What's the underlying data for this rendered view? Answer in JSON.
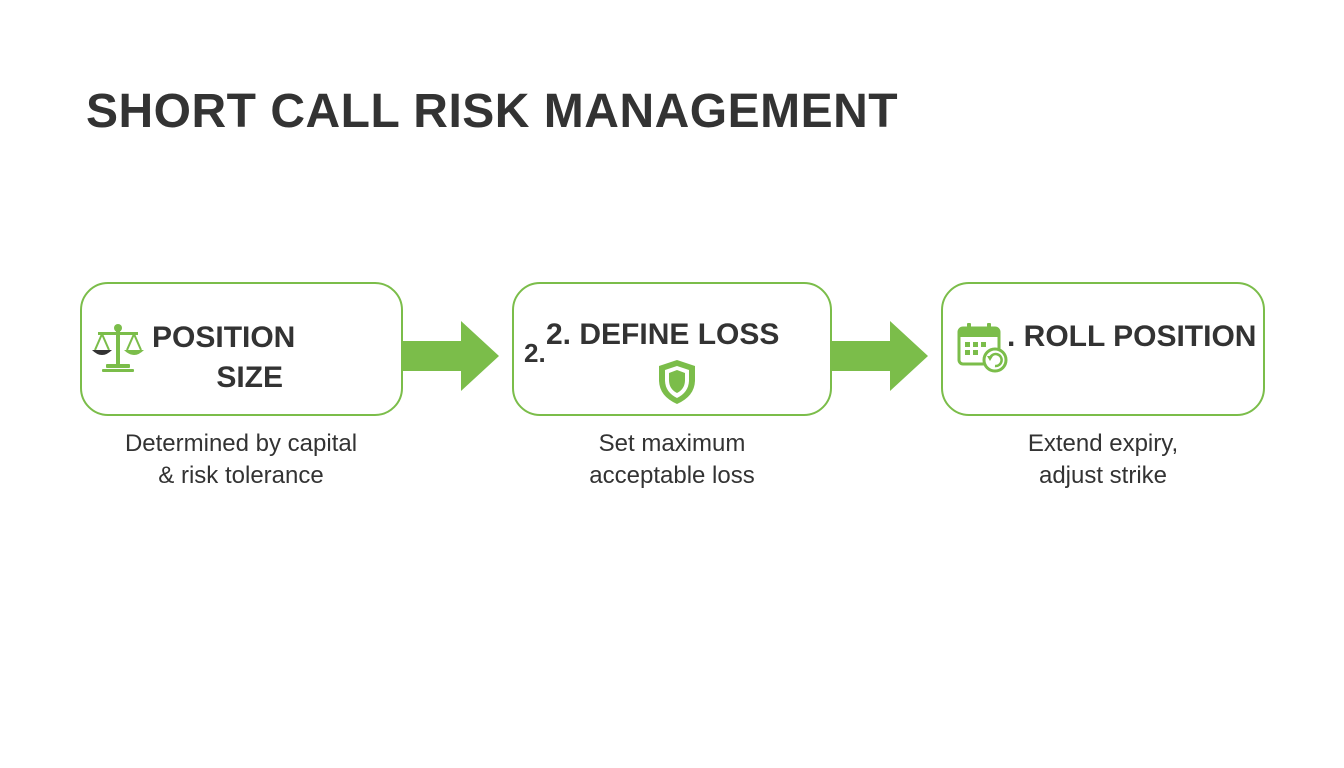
{
  "title": "SHORT CALL RISK MANAGEMENT",
  "steps": [
    {
      "title_line1": "POSITION",
      "title_line2": "SIZE",
      "icon": "balance-scale-icon",
      "desc_line1": "Determined by capital",
      "desc_line2": "& risk tolerance"
    },
    {
      "prefix": "2.",
      "title": "2. DEFINE LOSS",
      "icon": "shield-icon",
      "desc_line1": "Set maximum",
      "desc_line2": "acceptable loss"
    },
    {
      "title": ". ROLL POSITION",
      "icon": "calendar-icon",
      "desc_line1": "Extend expiry,",
      "desc_line2": "adjust strike"
    }
  ],
  "colors": {
    "accent": "#7bbd4a",
    "text": "#333333",
    "background": "#ffffff"
  }
}
